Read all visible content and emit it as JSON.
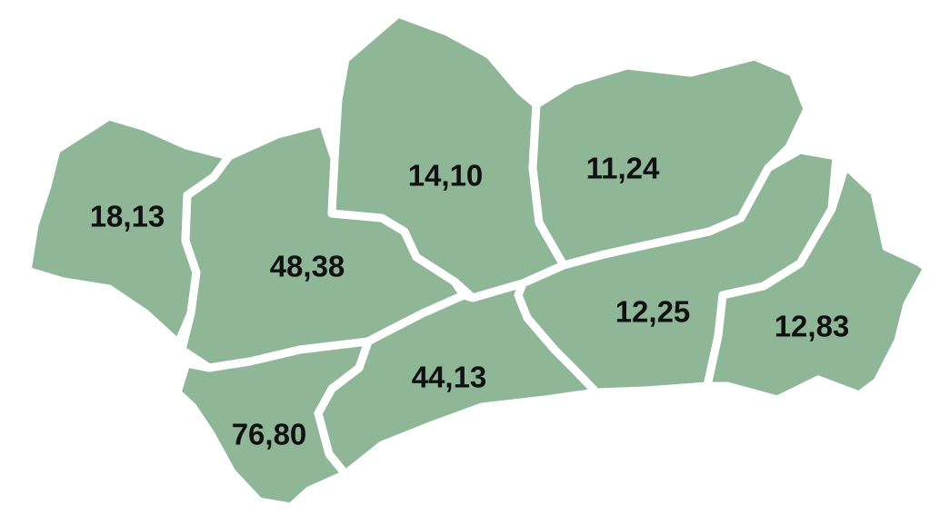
{
  "colors": {
    "land": "#8fb697",
    "border": "#ffffff",
    "label": "#111111",
    "background": "#ffffff"
  },
  "regions": [
    {
      "id": "huelva",
      "value": "18,13"
    },
    {
      "id": "sevilla",
      "value": "48,38"
    },
    {
      "id": "cordoba",
      "value": "14,10"
    },
    {
      "id": "jaen",
      "value": "11,24"
    },
    {
      "id": "granada",
      "value": "12,25"
    },
    {
      "id": "almeria",
      "value": "12,83"
    },
    {
      "id": "malaga",
      "value": "44,13"
    },
    {
      "id": "cadiz",
      "value": "76,80"
    }
  ]
}
